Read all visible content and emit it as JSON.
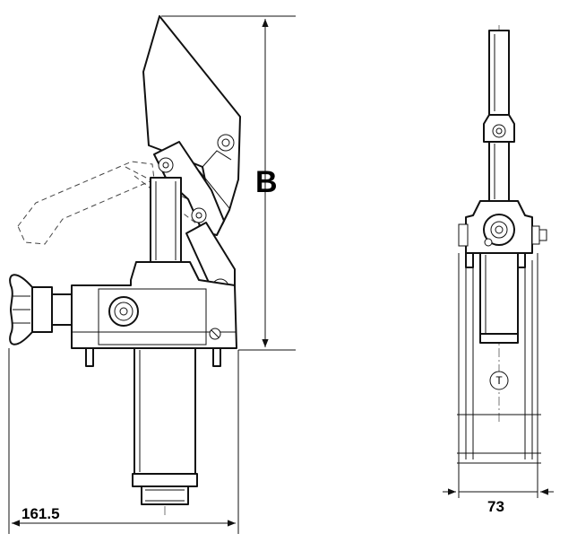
{
  "labels": {
    "height_dimension": "B",
    "width_dimension_side": "161.5",
    "width_dimension_front": "73",
    "tank_port": "T"
  }
}
